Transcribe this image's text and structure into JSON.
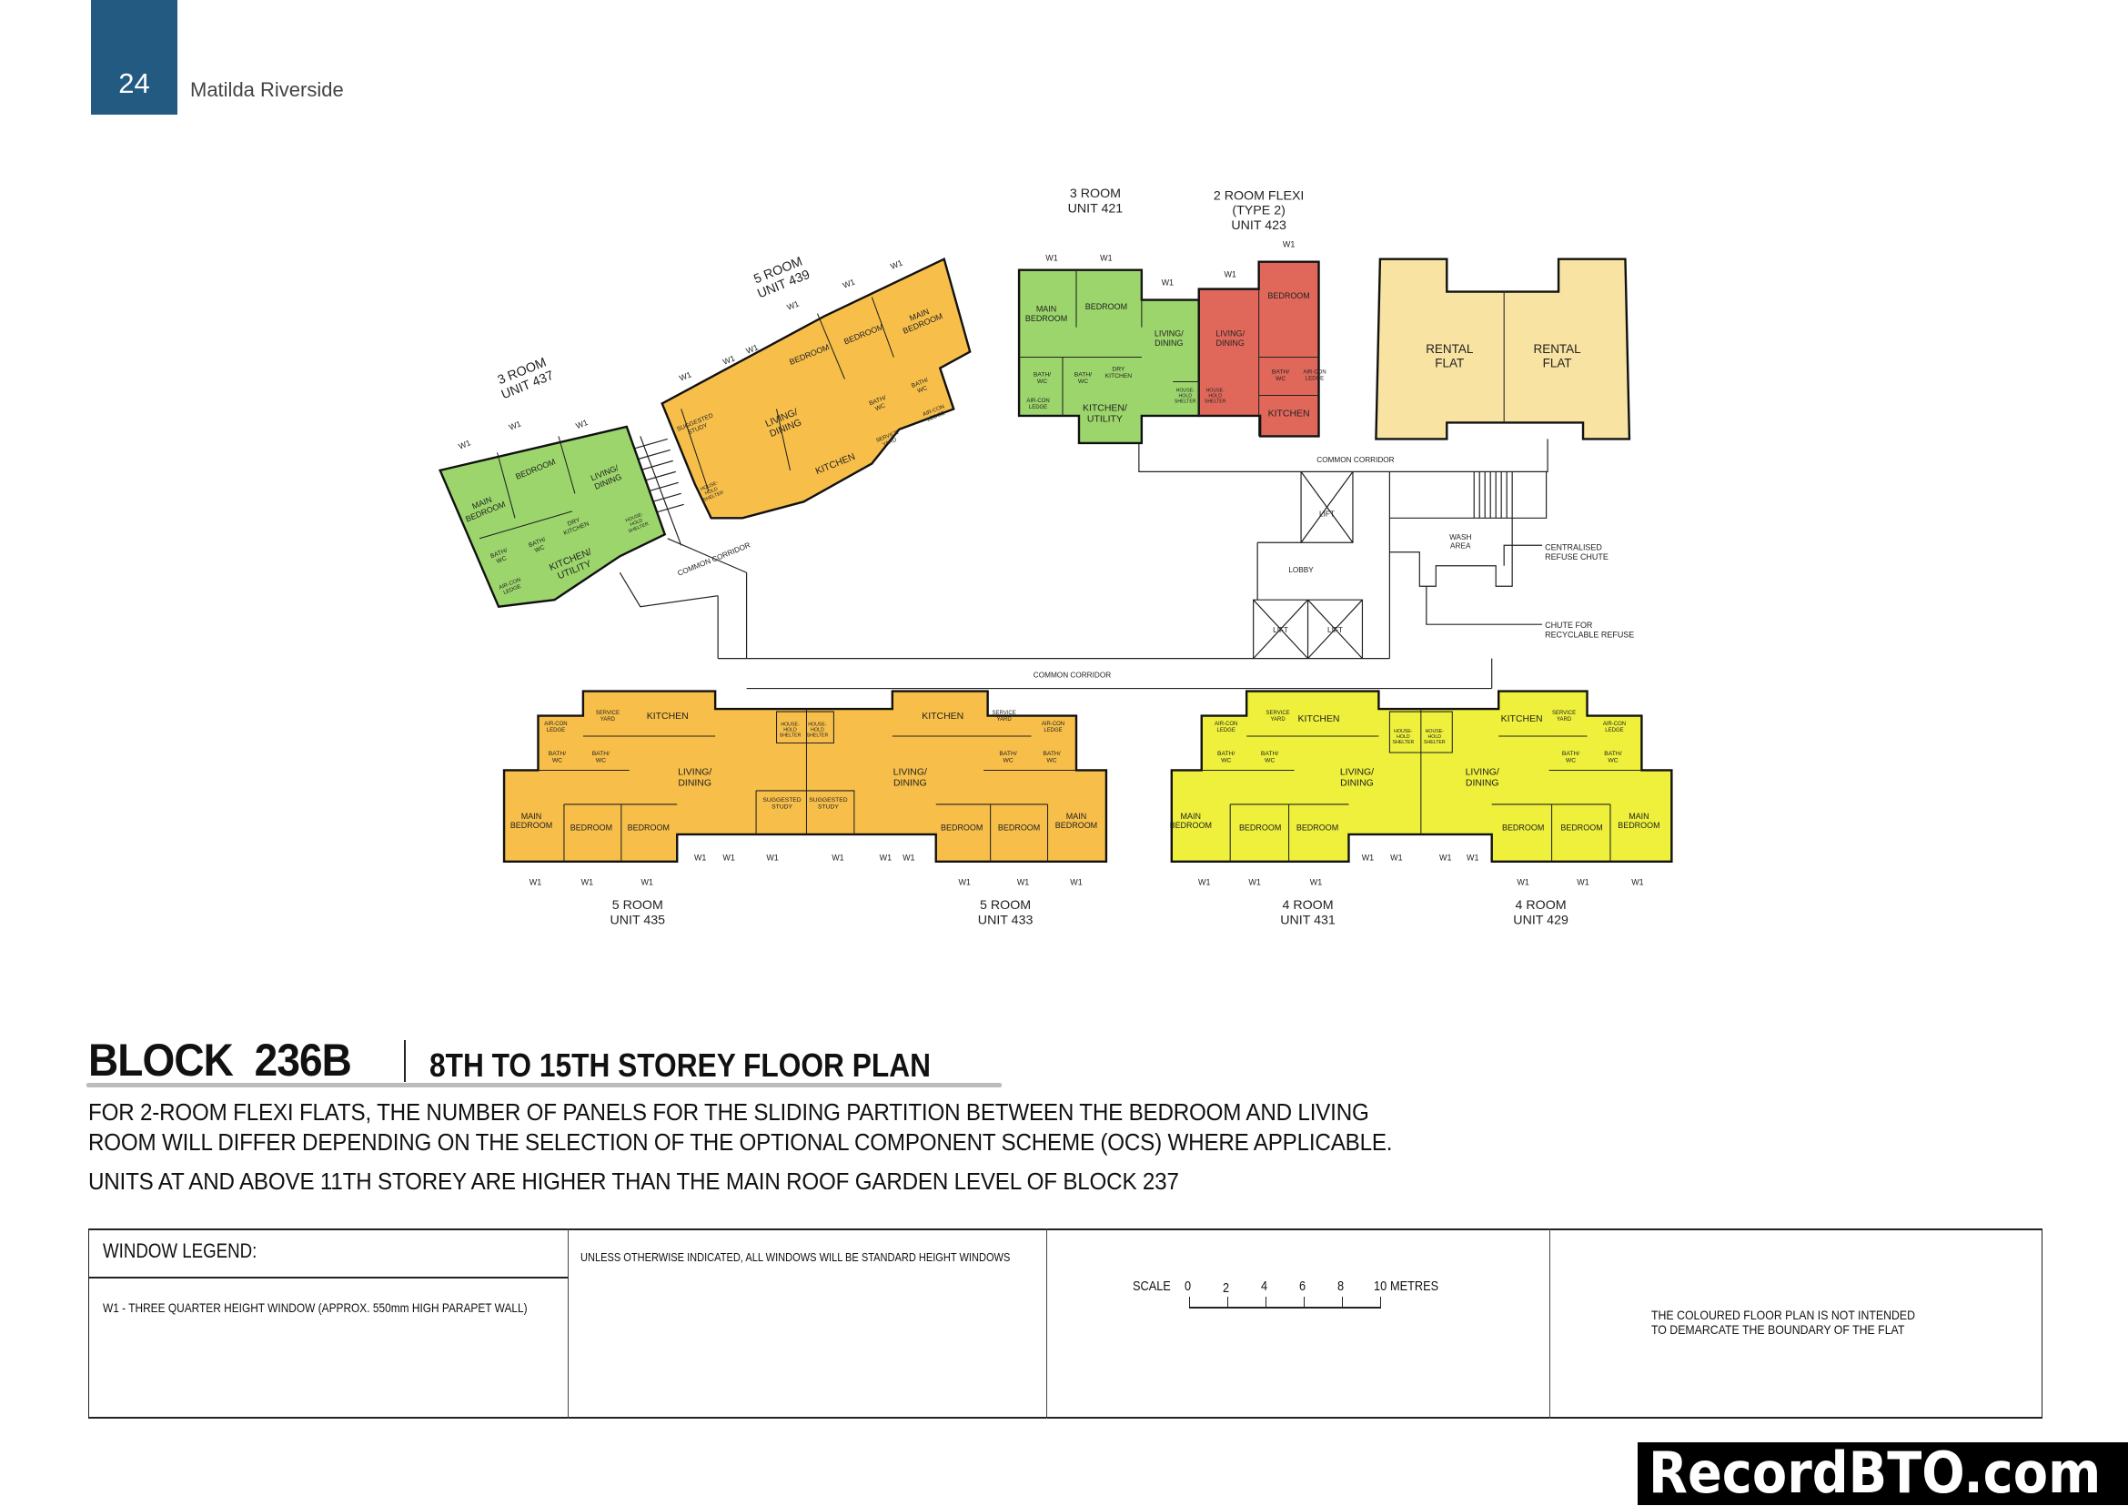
{
  "header": {
    "page_number": "24",
    "project": "Matilda Riverside"
  },
  "colors": {
    "brand": "#225a82",
    "three_room": "#9bd56b",
    "two_room_flexi": "#e0685a",
    "five_room": "#f7bf4a",
    "four_room": "#eef03c",
    "rental": "#f8e3a2"
  },
  "plan": {
    "window_code": "W1",
    "units": [
      {
        "title": [
          "3 ROOM",
          "UNIT 437"
        ],
        "rooms": [
          [
            "MAIN",
            "BEDROOM"
          ],
          [
            "BEDROOM"
          ],
          [
            "LIVING/",
            "DINING"
          ],
          [
            "BATH/",
            "WC"
          ],
          [
            "BATH/",
            "WC"
          ],
          [
            "DRY",
            "KITCHEN"
          ],
          [
            "KITCHEN/",
            "UTILITY"
          ],
          [
            "AIR-CON",
            "LEDGE"
          ],
          [
            "HOUSE-",
            "HOLD",
            "SHELTER"
          ]
        ]
      },
      {
        "title": [
          "5 ROOM",
          "UNIT 439"
        ],
        "rooms": [
          [
            "BEDROOM"
          ],
          [
            "BEDROOM"
          ],
          [
            "MAIN",
            "BEDROOM"
          ],
          [
            "LIVING/",
            "DINING"
          ],
          [
            "SUGGESTED",
            "STUDY"
          ],
          [
            "KITCHEN"
          ],
          [
            "BATH/",
            "WC"
          ],
          [
            "BATH/",
            "WC"
          ],
          [
            "AIR-CON",
            "LEDGE"
          ],
          [
            "SERVICE",
            "YARD"
          ],
          [
            "HOUSE-",
            "HOLD",
            "SHELTER"
          ]
        ]
      },
      {
        "title": [
          "3 ROOM",
          "UNIT 421"
        ],
        "rooms": [
          [
            "MAIN",
            "BEDROOM"
          ],
          [
            "BEDROOM"
          ],
          [
            "LIVING/",
            "DINING"
          ],
          [
            "BATH/",
            "WC"
          ],
          [
            "BATH/",
            "WC"
          ],
          [
            "DRY",
            "KITCHEN"
          ],
          [
            "KITCHEN/",
            "UTILITY"
          ],
          [
            "AIR-CON",
            "LEDGE"
          ],
          [
            "HOUSE-",
            "HOLD",
            "SHELTER"
          ]
        ]
      },
      {
        "title": [
          "2 ROOM FLEXI",
          "(TYPE 2)",
          "UNIT 423"
        ],
        "rooms": [
          [
            "BEDROOM"
          ],
          [
            "LIVING/",
            "DINING"
          ],
          [
            "BATH/",
            "WC"
          ],
          [
            "AIR-CON",
            "LEDGE"
          ],
          [
            "KITCHEN"
          ],
          [
            "HOUSE-",
            "HOLD",
            "SHELTER"
          ]
        ]
      },
      {
        "title": [
          "5 ROOM",
          "UNIT 435"
        ],
        "rooms": [
          [
            "KITCHEN"
          ],
          [
            "LIVING/",
            "DINING"
          ],
          [
            "MAIN",
            "BEDROOM"
          ],
          [
            "BEDROOM"
          ],
          [
            "BEDROOM"
          ],
          [
            "SUGGESTED",
            "STUDY"
          ],
          [
            "HOUSE-",
            "HOLD",
            "SHELTER"
          ],
          [
            "BATH/",
            "WC"
          ],
          [
            "BATH/",
            "WC"
          ],
          [
            "AIR-CON",
            "LEDGE"
          ],
          [
            "SERVICE",
            "YARD"
          ]
        ]
      },
      {
        "title": [
          "5 ROOM",
          "UNIT 433"
        ],
        "rooms": [
          [
            "KITCHEN"
          ],
          [
            "LIVING/",
            "DINING"
          ],
          [
            "MAIN",
            "BEDROOM"
          ],
          [
            "BEDROOM"
          ],
          [
            "BEDROOM"
          ],
          [
            "SUGGESTED",
            "STUDY"
          ],
          [
            "HOUSE-",
            "HOLD",
            "SHELTER"
          ],
          [
            "BATH/",
            "WC"
          ],
          [
            "BATH/",
            "WC"
          ],
          [
            "AIR-CON",
            "LEDGE"
          ],
          [
            "SERVICE",
            "YARD"
          ]
        ]
      },
      {
        "title": [
          "4 ROOM",
          "UNIT 431"
        ],
        "rooms": [
          [
            "KITCHEN"
          ],
          [
            "LIVING/",
            "DINING"
          ],
          [
            "MAIN",
            "BEDROOM"
          ],
          [
            "BEDROOM"
          ],
          [
            "BEDROOM"
          ],
          [
            "HOUSE-",
            "HOLD",
            "SHELTER"
          ],
          [
            "BATH/",
            "WC"
          ],
          [
            "BATH/",
            "WC"
          ],
          [
            "AIR-CON",
            "LEDGE"
          ],
          [
            "SERVICE",
            "YARD"
          ]
        ]
      },
      {
        "title": [
          "4 ROOM",
          "UNIT 429"
        ],
        "rooms": [
          [
            "KITCHEN"
          ],
          [
            "LIVING/",
            "DINING"
          ],
          [
            "MAIN",
            "BEDROOM"
          ],
          [
            "BEDROOM"
          ],
          [
            "BEDROOM"
          ],
          [
            "HOUSE-",
            "HOLD",
            "SHELTER"
          ],
          [
            "BATH/",
            "WC"
          ],
          [
            "BATH/",
            "WC"
          ],
          [
            "AIR-CON",
            "LEDGE"
          ],
          [
            "SERVICE",
            "YARD"
          ]
        ]
      }
    ],
    "rental_flats": [
      [
        "RENTAL",
        "FLAT"
      ],
      [
        "RENTAL",
        "FLAT"
      ]
    ],
    "common": {
      "corridor": [
        "COMMON CORRIDOR"
      ],
      "lift": [
        "LIFT"
      ],
      "lobby": [
        "LOBBY"
      ],
      "wash_area": [
        "WASH",
        "AREA"
      ],
      "refuse_chute": [
        "CENTRALISED",
        "REFUSE CHUTE"
      ],
      "recyclable_chute": [
        "CHUTE FOR",
        "RECYCLABLE REFUSE"
      ]
    }
  },
  "title": {
    "block": "BLOCK  236B",
    "subtitle": "8TH TO 15TH STOREY FLOOR PLAN"
  },
  "notes": [
    "FOR 2-ROOM FLEXI FLATS, THE NUMBER OF PANELS FOR THE SLIDING PARTITION BETWEEN THE BEDROOM AND LIVING",
    "ROOM WILL DIFFER DEPENDING ON THE SELECTION OF THE OPTIONAL COMPONENT SCHEME (OCS) WHERE APPLICABLE.",
    "UNITS AT AND ABOVE 11TH STOREY ARE HIGHER THAN THE MAIN ROOF GARDEN LEVEL OF BLOCK 237"
  ],
  "legend": {
    "heading": "WINDOW LEGEND:",
    "w1": "W1 -  THREE QUARTER HEIGHT WINDOW (APPROX. 550mm HIGH PARAPET WALL)",
    "standard_note": "UNLESS OTHERWISE INDICATED,  ALL WINDOWS WILL BE STANDARD HEIGHT WINDOWS",
    "scale": {
      "label": "SCALE",
      "ticks": [
        "0",
        "2",
        "4",
        "6",
        "8",
        "10"
      ],
      "unit": "METRES"
    },
    "disclaimer": [
      "THE COLOURED FLOOR PLAN IS NOT INTENDED",
      "TO DEMARCATE THE BOUNDARY OF THE FLAT"
    ]
  },
  "watermark": "RecordBTO.com"
}
